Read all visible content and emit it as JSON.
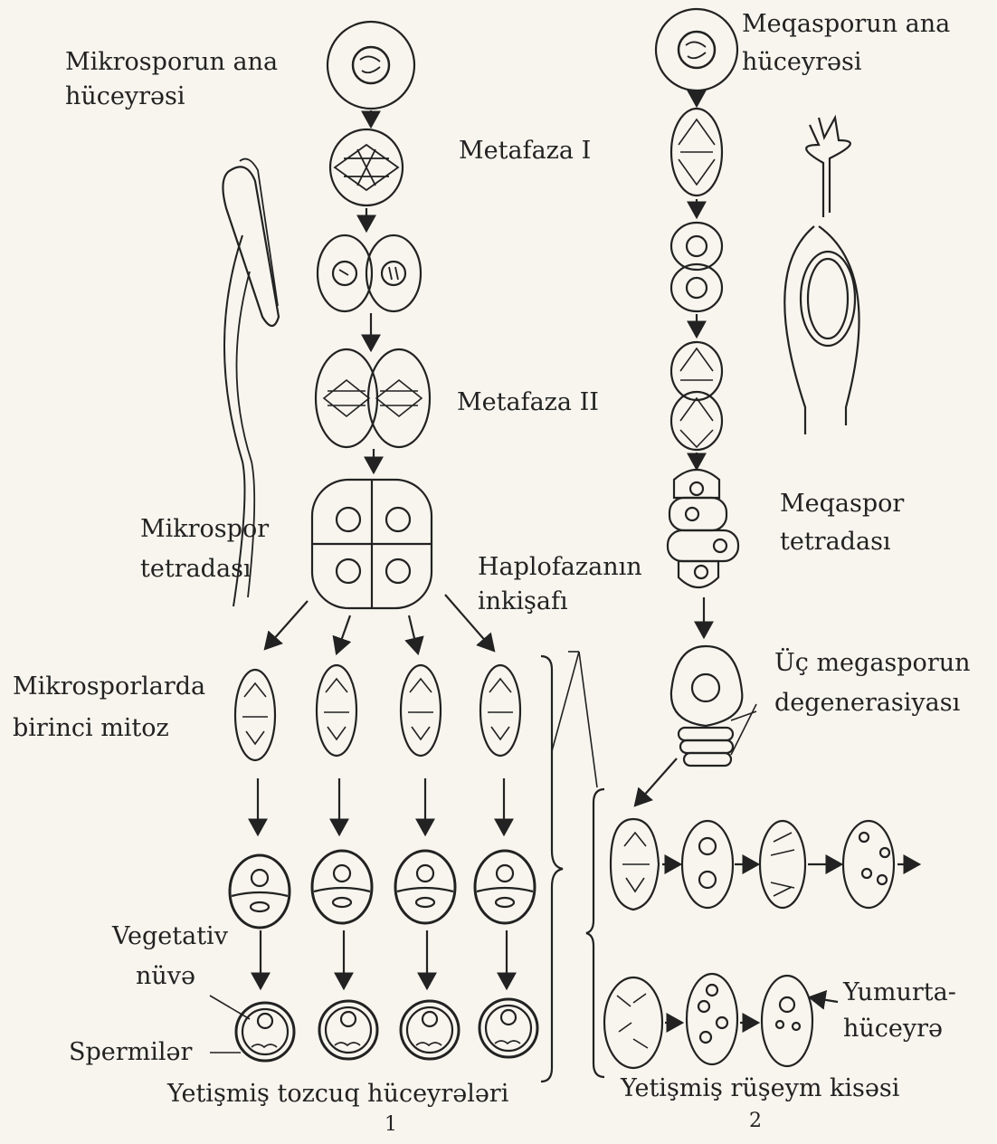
{
  "labels": {
    "mikrosporun_ana_line1": "Mikrosporun ana",
    "mikrosporun_ana_line2": "hüceyrəsi",
    "meqasporun_ana_line1": "Meqasporun ana",
    "meqasporun_ana_line2": "hüceyrəsi",
    "metafaza_1": "Metafaza I",
    "metafaza_2": "Metafaza II",
    "mikrospor_tetradasi_line1": "Mikrospor",
    "mikrospor_tetradasi_line2": "tetradası",
    "meqaspor_tetradasi_line1": "Meqaspor",
    "meqaspor_tetradasi_line2": "tetradası",
    "haplofaza_line1": "Haplofazanın",
    "haplofaza_line2": "inkişafı",
    "birinci_mitoz_line1": "Mikrosporlarda",
    "birinci_mitoz_line2": "birinci mitoz",
    "degenerasiya_line1": "Üç megasporun",
    "degenerasiya_line2": "degenerasiyası",
    "vegetativ_line1": "Vegetativ",
    "vegetativ_line2": "nüvə",
    "spermiler": "Spermilər",
    "yumurta_line1": "Yumurta-",
    "yumurta_line2": "hüceyrə",
    "yetismis_tozcuq": "Yetişmiş tozcuq hüceyrələri",
    "yetismis_ruseym": "Yetişmiş rüşeym kisəsi",
    "figure_1": "1",
    "figure_2": "2"
  },
  "colors": {
    "ink": "#222222",
    "paper": "#f7f5ee"
  }
}
